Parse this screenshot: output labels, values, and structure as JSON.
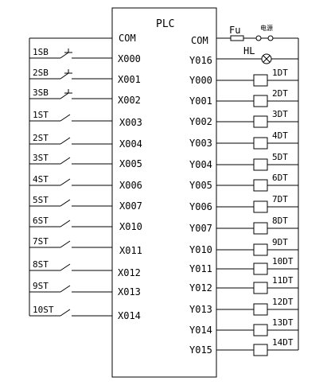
{
  "plc": {
    "title": "PLC",
    "com_in": "COM",
    "com_out": "COM",
    "out_com_port": "Y016"
  },
  "power": {
    "fuse_label": "Fu",
    "source_label": "电源",
    "lamp_label": "HL"
  },
  "inputs": [
    {
      "device": "1SB",
      "port": "X000",
      "kind": "button"
    },
    {
      "device": "2SB",
      "port": "X001",
      "kind": "button"
    },
    {
      "device": "3SB",
      "port": "X002",
      "kind": "button"
    },
    {
      "device": "1ST",
      "port": "X003",
      "kind": "switch"
    },
    {
      "device": "2ST",
      "port": "X004",
      "kind": "switch"
    },
    {
      "device": "3ST",
      "port": "X005",
      "kind": "switch"
    },
    {
      "device": "4ST",
      "port": "X006",
      "kind": "switch"
    },
    {
      "device": "5ST",
      "port": "X007",
      "kind": "switch"
    },
    {
      "device": "6ST",
      "port": "X010",
      "kind": "switch"
    },
    {
      "device": "7ST",
      "port": "X011",
      "kind": "switch"
    },
    {
      "device": "8ST",
      "port": "X012",
      "kind": "switch"
    },
    {
      "device": "9ST",
      "port": "X013",
      "kind": "switch"
    },
    {
      "device": "10ST",
      "port": "X014",
      "kind": "switch"
    }
  ],
  "outputs": [
    {
      "port": "Y000",
      "coil": "1DT"
    },
    {
      "port": "Y001",
      "coil": "2DT"
    },
    {
      "port": "Y002",
      "coil": "3DT"
    },
    {
      "port": "Y003",
      "coil": "4DT"
    },
    {
      "port": "Y004",
      "coil": "5DT"
    },
    {
      "port": "Y005",
      "coil": "6DT"
    },
    {
      "port": "Y006",
      "coil": "7DT"
    },
    {
      "port": "Y007",
      "coil": "8DT"
    },
    {
      "port": "Y010",
      "coil": "9DT"
    },
    {
      "port": "Y011",
      "coil": "10DT"
    },
    {
      "port": "Y012",
      "coil": "11DT"
    },
    {
      "port": "Y013",
      "coil": "12DT"
    },
    {
      "port": "Y014",
      "coil": "13DT"
    },
    {
      "port": "Y015",
      "coil": "14DT"
    }
  ]
}
